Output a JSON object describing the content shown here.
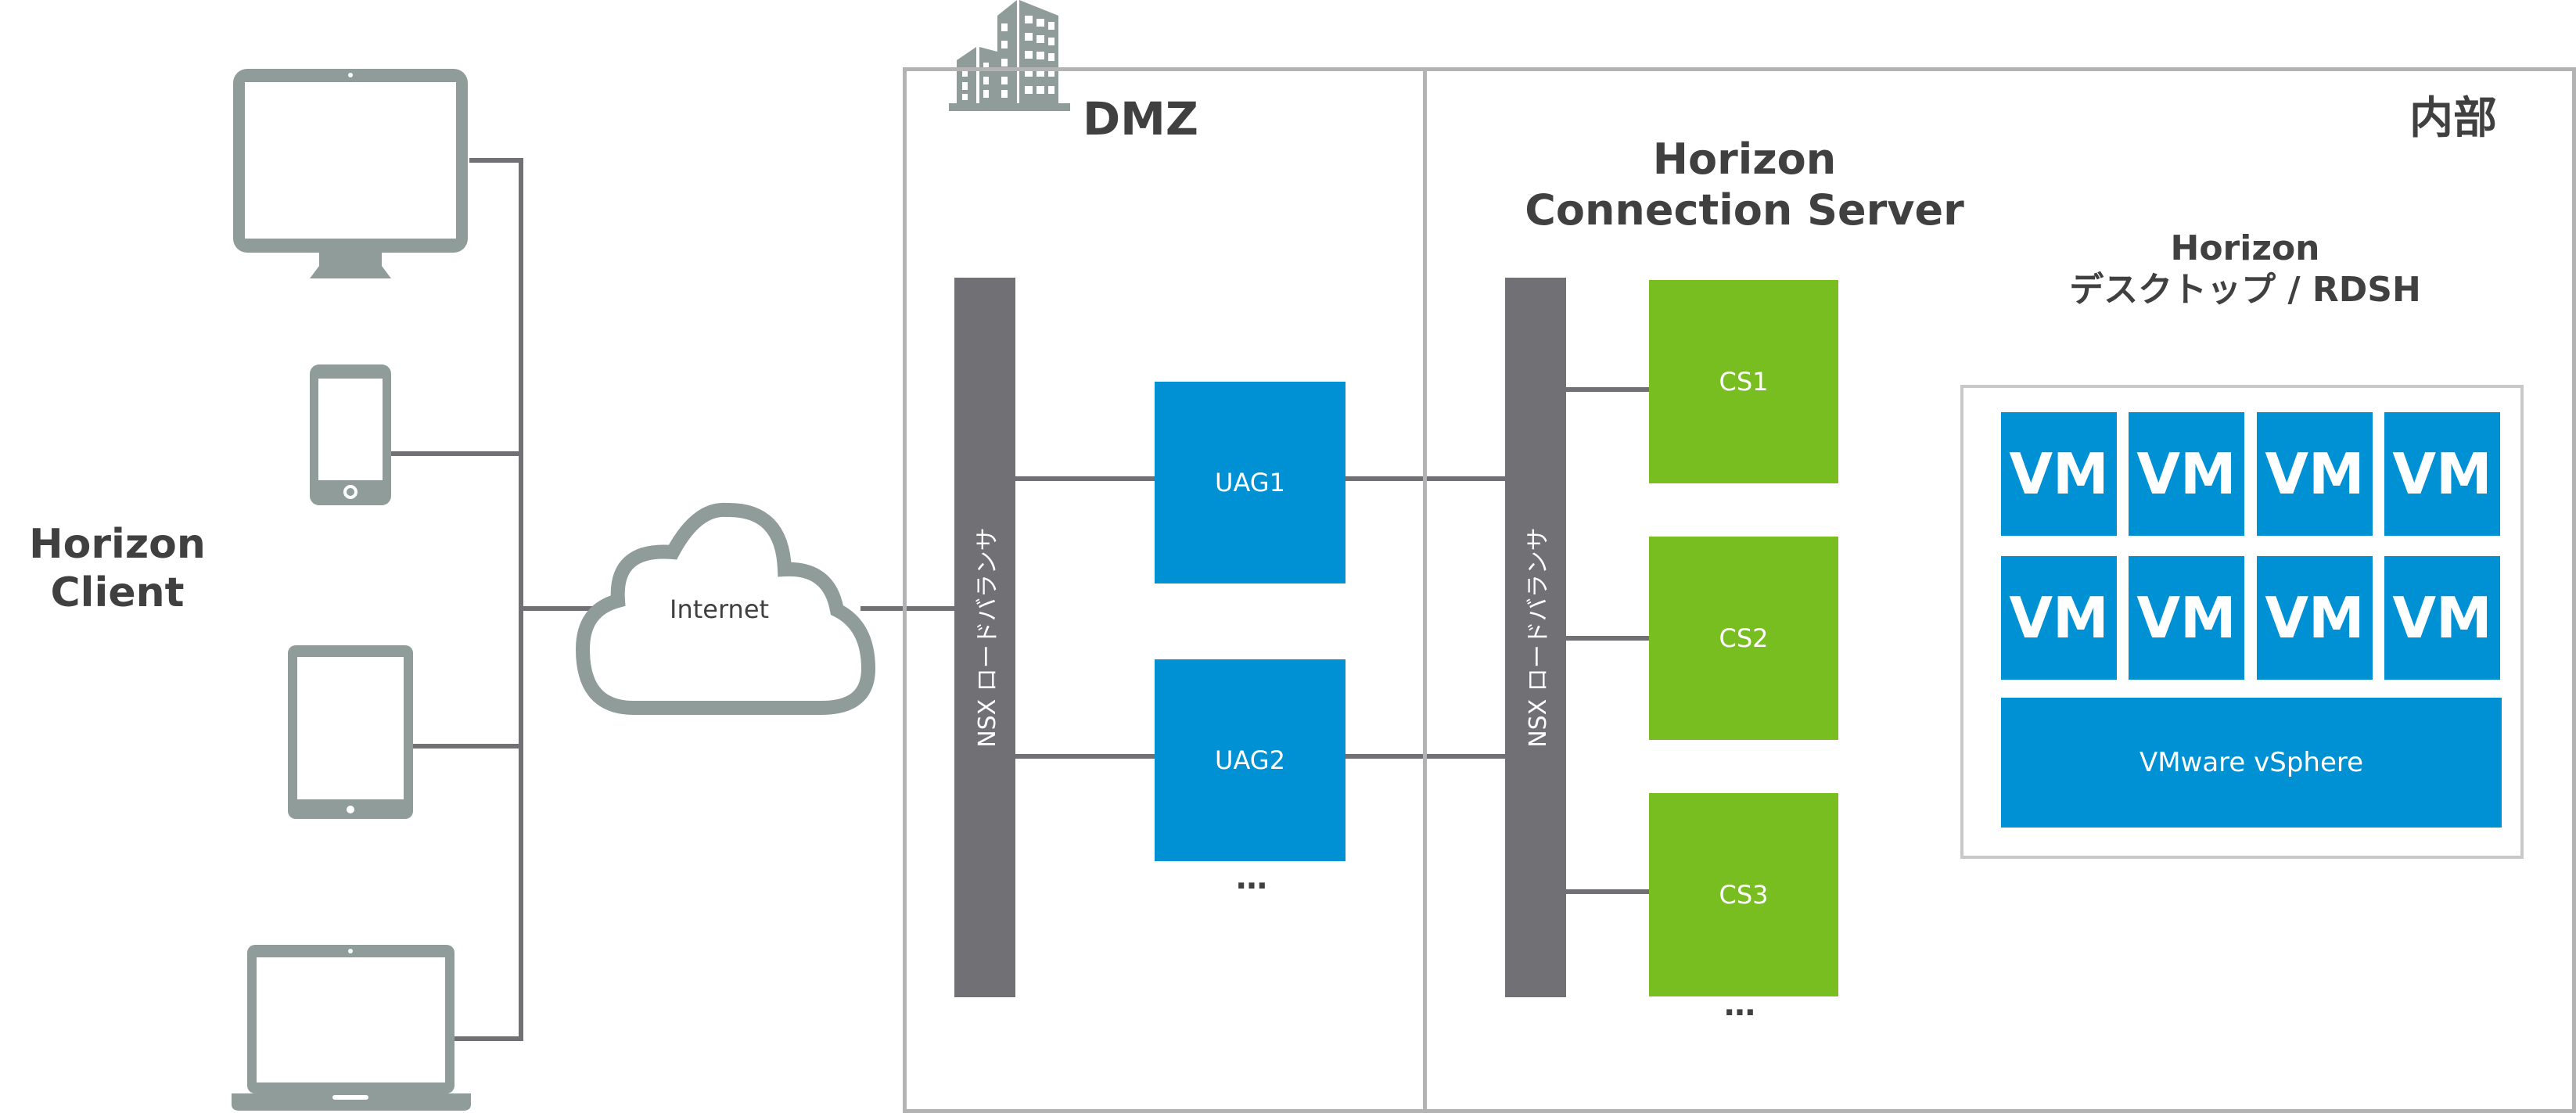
{
  "client": {
    "label_line1": "Horizon",
    "label_line2": "Client",
    "devices": [
      "monitor-icon",
      "phone-icon",
      "tablet-icon",
      "laptop-icon"
    ]
  },
  "internet": {
    "label": "Internet"
  },
  "dmz": {
    "title": "DMZ",
    "load_balancer": "NSX ロードバランサ",
    "uags": [
      {
        "label": "UAG1"
      },
      {
        "label": "UAG2"
      }
    ],
    "ellipsis": "…"
  },
  "internal": {
    "title": "内部",
    "cs_title_line1": "Horizon",
    "cs_title_line2": "Connection Server",
    "load_balancer": "NSX ロードバランサ",
    "connection_servers": [
      {
        "label": "CS1"
      },
      {
        "label": "CS2"
      },
      {
        "label": "CS3"
      }
    ],
    "ellipsis": "…",
    "desktop_title_line1": "Horizon",
    "desktop_title_line2": "デスクトップ / RDSH",
    "vms": [
      "VM",
      "VM",
      "VM",
      "VM",
      "VM",
      "VM",
      "VM",
      "VM"
    ],
    "vsphere": "VMware vSphere"
  },
  "colors": {
    "blue": "#0091d5",
    "green": "#78be20",
    "lb_gray": "#717074",
    "icon_gray": "#909c9a",
    "border_gray": "#b3b3b3",
    "text": "#404040"
  }
}
